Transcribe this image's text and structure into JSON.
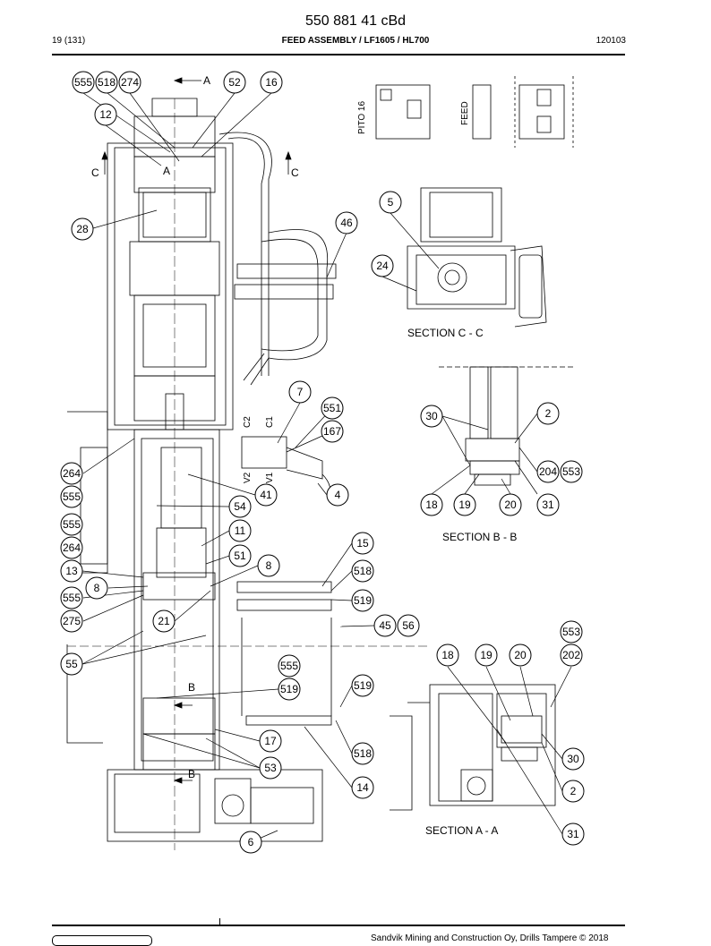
{
  "header": {
    "doc_number": "550 881 41 cBd",
    "page": "19 (131)",
    "title": "FEED ASSEMBLY / LF1605 / HL700",
    "date": "120103"
  },
  "footer": {
    "copyright": "Sandvik Mining and Construction Oy, Drills Tampere © 2018"
  },
  "drawing": {
    "sections": {
      "cc": "SECTION C - C",
      "bb": "SECTION B - B",
      "aa": "SECTION  A - A"
    },
    "cut_letters": {
      "a_top": "A",
      "a_inner": "A",
      "c_left": "C",
      "c_right": "C",
      "b_top": "B",
      "b_bottom": "B"
    },
    "hose_markers": {
      "c2": "C2",
      "c1": "C1",
      "v2": "V2",
      "v1": "V1"
    },
    "schematic_labels": {
      "pito": "PITO 16",
      "feed": "FEED"
    },
    "callouts": {
      "b555a": "555",
      "b518a": "518",
      "b274": "274",
      "b52": "52",
      "b16": "16",
      "b12": "12",
      "b28": "28",
      "b46": "46",
      "b5": "5",
      "b24": "24",
      "b7": "7",
      "b551": "551",
      "b167": "167",
      "b4": "4",
      "b41": "41",
      "b264a": "264",
      "b555b": "555",
      "b54": "54",
      "b555c": "555",
      "b264b": "264",
      "b11": "11",
      "b51": "51",
      "b13": "13",
      "b8a": "8",
      "b8b": "8",
      "b555d": "555",
      "b275": "275",
      "b21": "21",
      "b55": "55",
      "b15": "15",
      "b518b": "518",
      "b519a": "519",
      "b45": "45",
      "b56": "56",
      "b555e": "555",
      "b519b": "519",
      "b519c": "519",
      "b17": "17",
      "b518c": "518",
      "b53": "53",
      "b14": "14",
      "b6": "6",
      "b30a": "30",
      "b2a": "2",
      "b204": "204",
      "b553a": "553",
      "b18a": "18",
      "b19a": "19",
      "b20a": "20",
      "b31a": "31",
      "b553b": "553",
      "b18b": "18",
      "b19b": "19",
      "b20b": "20",
      "b202": "202",
      "b30b": "30",
      "b2b": "2",
      "b31b": "31"
    }
  }
}
